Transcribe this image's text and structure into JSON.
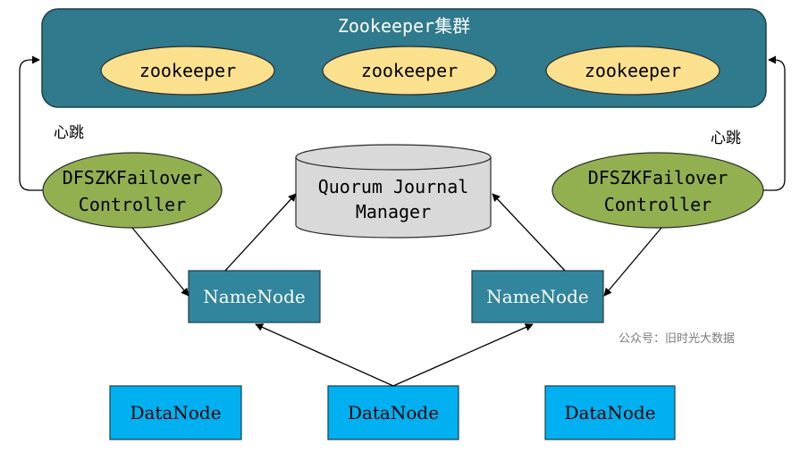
{
  "cluster": {
    "title": "Zookeeper集群",
    "nodes": [
      "zookeeper",
      "zookeeper",
      "zookeeper"
    ]
  },
  "heartbeat": {
    "left": "心跳",
    "right": "心跳"
  },
  "failover": {
    "left": {
      "line1": "DFSZKFailover",
      "line2": "Controller"
    },
    "right": {
      "line1": "DFSZKFailover",
      "line2": "Controller"
    }
  },
  "qjm": {
    "line1": "Quorum Journal",
    "line2": "Manager"
  },
  "namenodes": [
    "NameNode",
    "NameNode"
  ],
  "datanodes": [
    "DataNode",
    "DataNode",
    "DataNode"
  ],
  "watermark": "公众号：旧时光大数据",
  "colors": {
    "cluster_fill": "#2f7a8c",
    "zk_fill": "#fbe08e",
    "zkfc_fill": "#92b050",
    "qjm_fill": "#d9d9d9",
    "namenode_fill": "#31859c",
    "datanode_fill": "#00b0f0"
  }
}
